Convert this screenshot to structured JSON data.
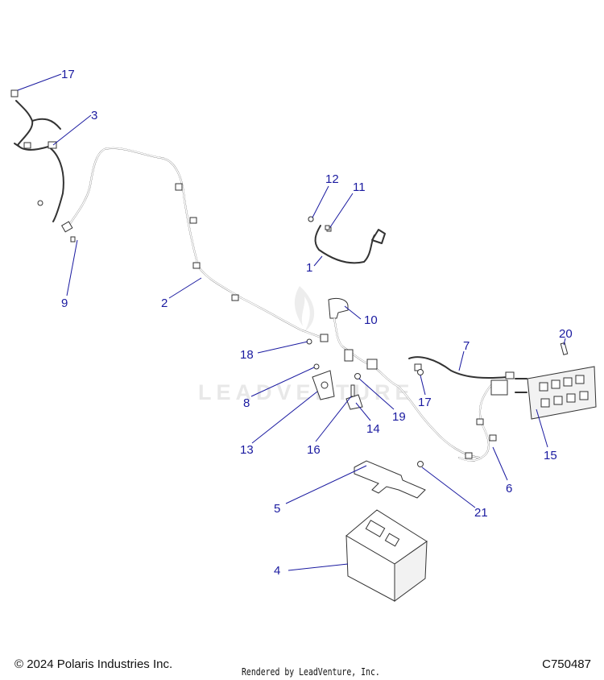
{
  "watermark": "LEADVENTURE",
  "footer": {
    "copyright": "© 2024 Polaris Industries Inc.",
    "rendered_by": "Rendered by LeadVenture, Inc.",
    "diagram_code": "C750487"
  },
  "callouts": {
    "c1": "1",
    "c2": "2",
    "c3": "3",
    "c4": "4",
    "c5": "5",
    "c6": "6",
    "c7": "7",
    "c8": "8",
    "c9": "9",
    "c10": "10",
    "c11": "11",
    "c12": "12",
    "c13": "13",
    "c14": "14",
    "c15": "15",
    "c16": "16",
    "c17a": "17",
    "c17b": "17",
    "c18": "18",
    "c19": "19",
    "c20": "20",
    "c21": "21"
  },
  "colors": {
    "callout": "#1a1aa0",
    "line": "#333333",
    "watermark": "#e8e8e8"
  }
}
